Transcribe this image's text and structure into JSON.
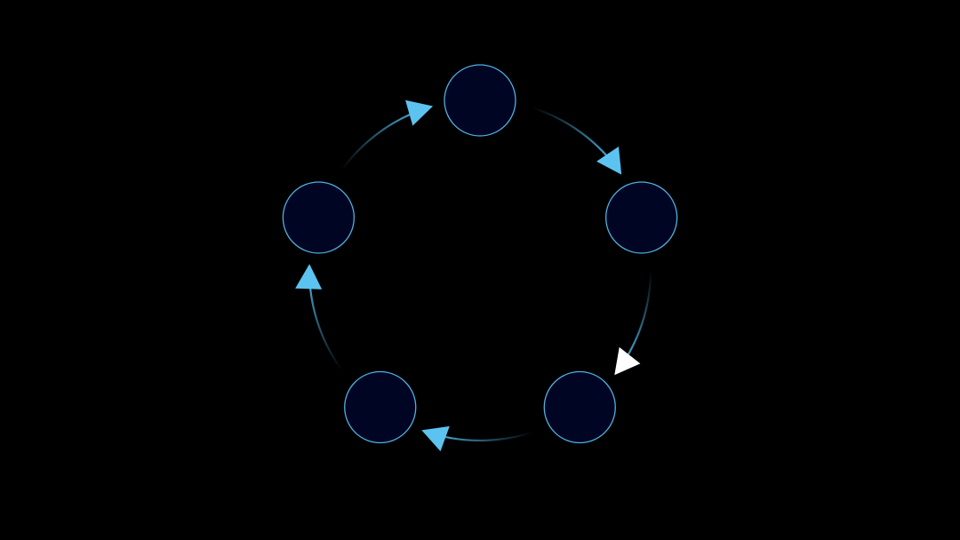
{
  "diagram": {
    "type": "cycle",
    "node_count": 5,
    "direction": "clockwise",
    "highlighted_arrow_index": 1,
    "colors": {
      "background": "#000000",
      "node_fill": "#000524",
      "node_stroke": "#4fb0de",
      "arc": "#4aa8d4",
      "arrow": "#5cc3f0",
      "arrow_highlight": "#ffffff"
    }
  }
}
